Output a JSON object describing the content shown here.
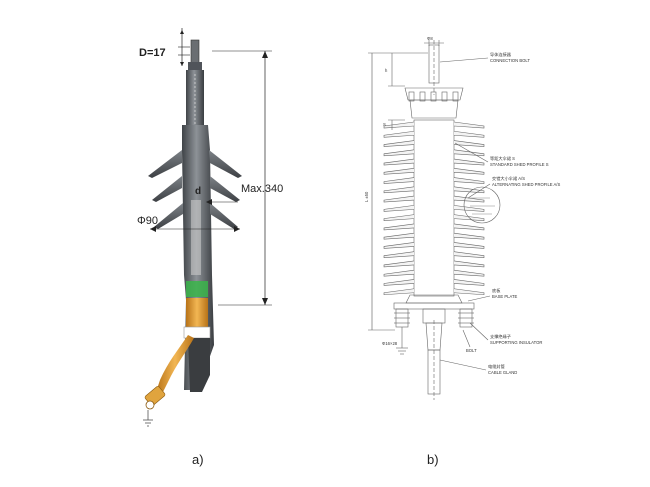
{
  "figure_a": {
    "caption": "a)",
    "dim_d": "D=17",
    "dim_max": "Max.340",
    "dim_phi": "Φ90",
    "dim_small_d": "d"
  },
  "figure_b": {
    "caption": "b)",
    "dim_phi_top": "Φ8",
    "dim_h": "h",
    "dim_s": "S",
    "dim_l": "L ±50",
    "ground_label": "Φ16×28",
    "labels": {
      "connection_bolt_cn": "导体连接器",
      "connection_bolt_en": "CONNECTION BOLT",
      "standard_shed_cn": "等距大伞裙 S",
      "standard_shed_en": "STANDARD SHED PROFILE S",
      "alternating_shed_cn": "交错大小伞裙 A/S",
      "alternating_shed_en": "ALTERNATING SHED PROFILE A/S",
      "base_plate_cn": "底板",
      "base_plate_en": "BASE PLATE",
      "supporting_insulator_cn": "支撑绝缘子",
      "supporting_insulator_en": "SUPPORTING INSULATOR",
      "bolt_en": "BOLT",
      "cable_gland_cn": "电缆封管",
      "cable_gland_en": "CABLE GLAND"
    }
  },
  "colors": {
    "insulator_gray": "#5b5f63",
    "insulator_light": "#8c9196",
    "cable_dark": "#3a3d40",
    "copper": "#e8a33c",
    "copper_dark": "#b87318",
    "green_ring": "#39b54a",
    "line": "#666666"
  }
}
